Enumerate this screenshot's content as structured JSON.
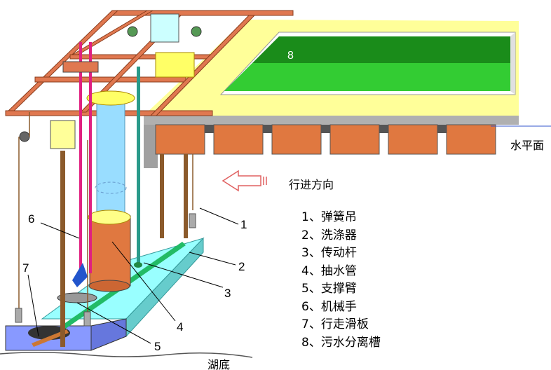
{
  "diagram": {
    "callout_numbers": [
      "1",
      "2",
      "3",
      "4",
      "5",
      "6",
      "7",
      "8"
    ],
    "water_level_label": "水平面",
    "direction_label": "行进方向",
    "lakebed_label": "湖底",
    "legend": [
      "1、弹簧吊",
      "2、洗涤器",
      "3、传动杆",
      "4、抽水管",
      "5、支撑臂",
      "6、机械手",
      "7、行走滑板",
      "8、污水分离槽"
    ]
  }
}
